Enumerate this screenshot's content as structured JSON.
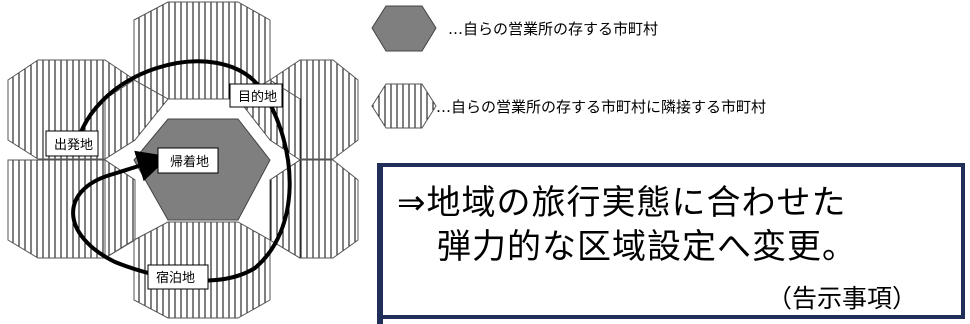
{
  "diagram": {
    "labels": {
      "departure": "出発地",
      "destination": "目的地",
      "return": "帰着地",
      "lodging": "宿泊地"
    },
    "colors": {
      "center_fill": "#7f7f7f",
      "stripe": "#000000",
      "route": "#000000"
    }
  },
  "legend": {
    "own_city_text": "…自らの営業所の存する市町村",
    "adjacent_city_text": "…自らの営業所の存する市町村に隣接する市町村"
  },
  "callout": {
    "line1": "⇒地域の旅行実態に合わせた",
    "line2": "弾力的な区域設定へ変更。",
    "note": "（告示事項）",
    "border_color": "#1f2f5a"
  }
}
